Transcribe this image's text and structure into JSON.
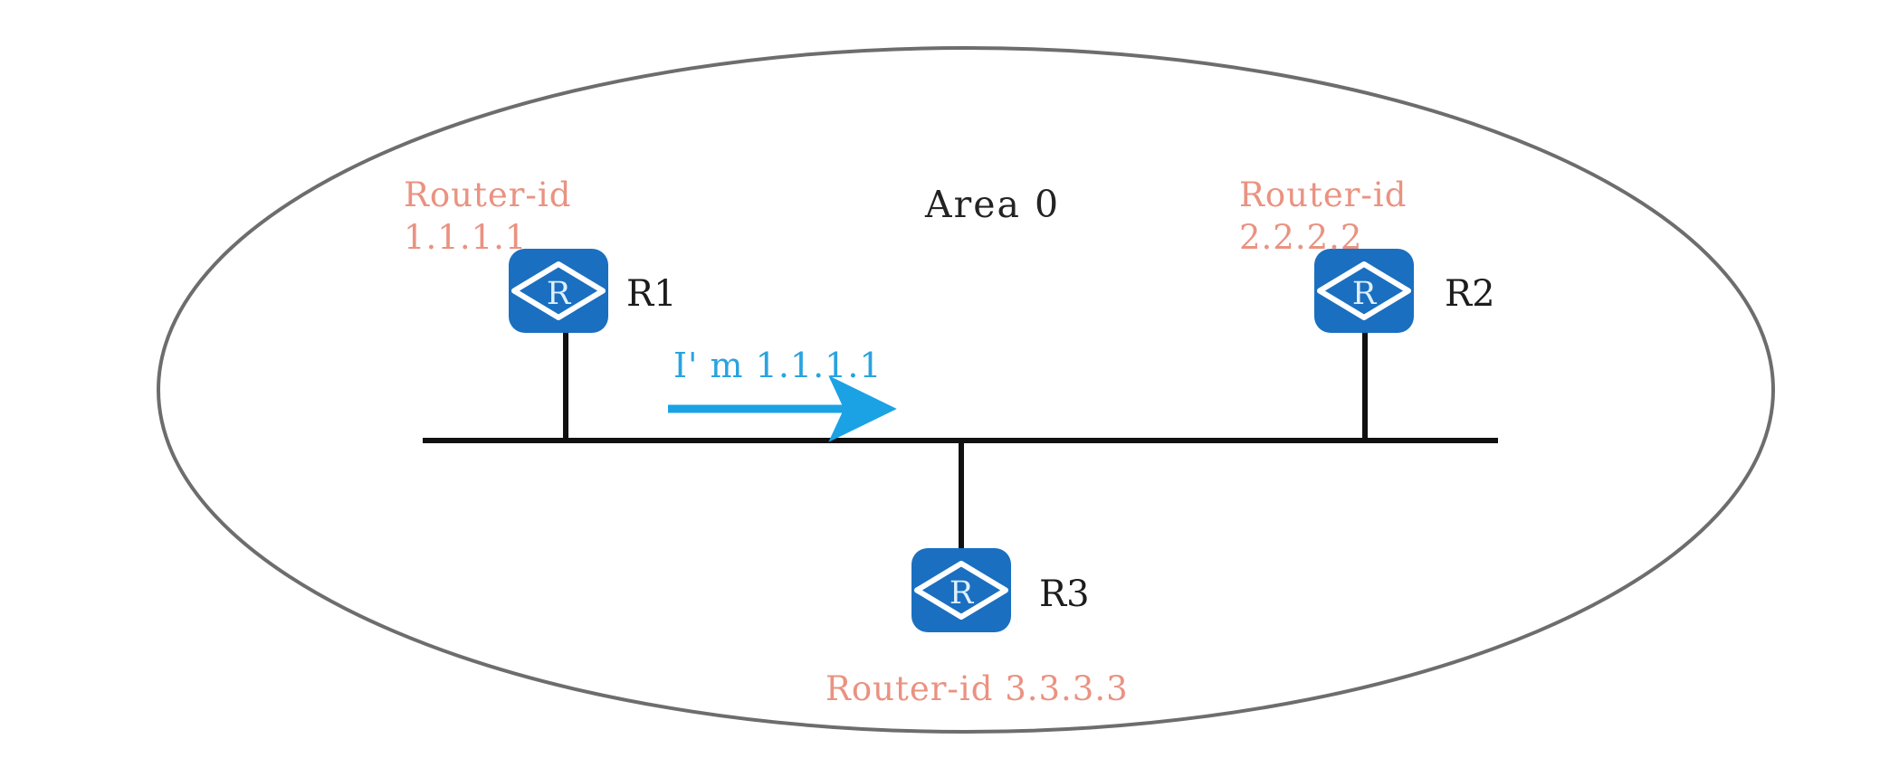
{
  "diagram": {
    "title_label": "Area 0",
    "area_boundary": {
      "shape": "ellipse",
      "stroke_color": "#6d6d6d",
      "fill_color": "#ffffff"
    },
    "colors": {
      "router_fill": "#1a6fc0",
      "router_glyph": "#eaf6ff",
      "router_id_text": "#ea9281",
      "flow_arrow": "#2aa3e0",
      "link_line": "#111111",
      "boundary": "#6d6d6d",
      "label_text": "#1c1c1c"
    },
    "nodes": [
      {
        "id": "r1",
        "name": "R1",
        "icon": "router-icon",
        "router_id_label": "Router-id\n1.1.1.1"
      },
      {
        "id": "r2",
        "name": "R2",
        "icon": "router-icon",
        "router_id_label": "Router-id\n2.2.2.2"
      },
      {
        "id": "r3",
        "name": "R3",
        "icon": "router-icon",
        "router_id_label": "Router-id 3.3.3.3"
      }
    ],
    "flow": {
      "label": "I' m 1.1.1.1",
      "direction": "left-to-right",
      "arrow_color": "#2aa3e0"
    },
    "segment": {
      "type": "broadcast-ethernet-bus",
      "attached": [
        "r1",
        "r3",
        "r2"
      ]
    }
  }
}
